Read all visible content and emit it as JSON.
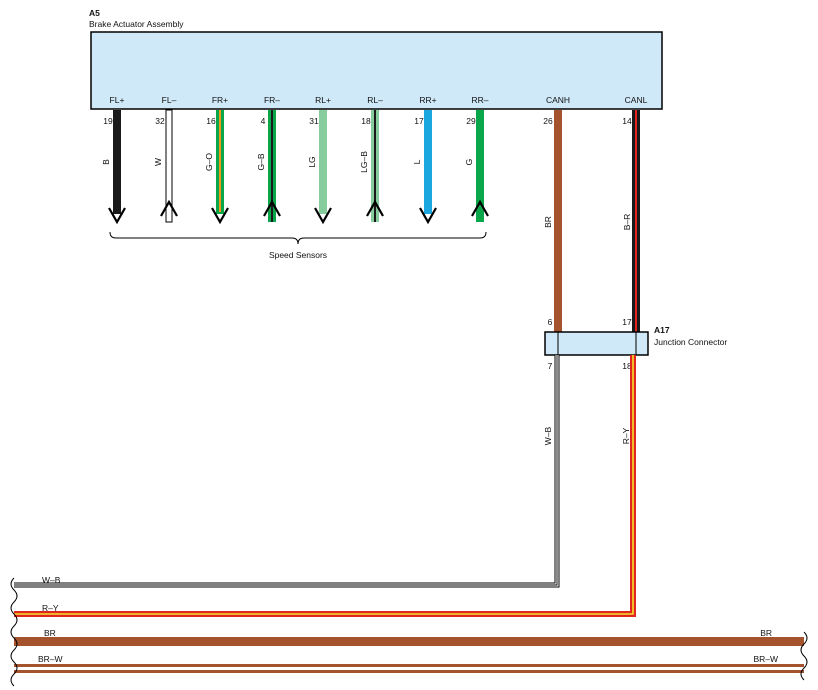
{
  "colors": {
    "box_fill": "#cfe9f8",
    "box_stroke": "#000000",
    "black": "#1a1a1a",
    "white": "#ffffff",
    "green": "#0aa64a",
    "light_green": "#86cc9c",
    "orange": "#f39a1e",
    "yellow": "#f4e12e",
    "blue": "#1aa7e0",
    "brown": "#a4532c",
    "red": "#e0261d"
  },
  "actuator": {
    "code": "A5",
    "name": "Brake Actuator Assembly",
    "pins": [
      {
        "label": "FL+",
        "num": "19",
        "wire": "B",
        "dir": "down",
        "main": "black",
        "stripe": null
      },
      {
        "label": "FL–",
        "num": "32",
        "wire": "W",
        "dir": "up",
        "main": "white",
        "stripe": null
      },
      {
        "label": "FR+",
        "num": "16",
        "wire": "G–O",
        "dir": "down",
        "main": "green",
        "stripe": "orange"
      },
      {
        "label": "FR–",
        "num": "4",
        "wire": "G–B",
        "dir": "up",
        "main": "green",
        "stripe": "black"
      },
      {
        "label": "RL+",
        "num": "31",
        "wire": "LG",
        "dir": "down",
        "main": "light_green",
        "stripe": null
      },
      {
        "label": "RL–",
        "num": "18",
        "wire": "LG–B",
        "dir": "up",
        "main": "light_green",
        "stripe": "black"
      },
      {
        "label": "RR+",
        "num": "17",
        "wire": "L",
        "dir": "down",
        "main": "blue",
        "stripe": null
      },
      {
        "label": "RR–",
        "num": "29",
        "wire": "G",
        "dir": "up",
        "main": "green",
        "stripe": null
      }
    ],
    "can_pins": [
      {
        "label": "CANH",
        "num": "26",
        "wire": "BR",
        "main": "brown",
        "stripe": null
      },
      {
        "label": "CANL",
        "num": "14",
        "wire": "B–R",
        "main": "black",
        "stripe": "red"
      }
    ]
  },
  "speed_sensors_label": "Speed Sensors",
  "junction": {
    "code": "A17",
    "name": "Junction Connector",
    "pins_top": [
      "6",
      "17"
    ],
    "pins_bottom": [
      "7",
      "18"
    ],
    "wires_out": [
      "W–B",
      "R–Y"
    ]
  },
  "bus_wires": [
    {
      "label_left": "W–B",
      "label_right": ""
    },
    {
      "label_left": "R–Y",
      "label_right": ""
    },
    {
      "label_left": "BR",
      "label_right": "BR"
    },
    {
      "label_left": "BR–W",
      "label_right": "BR–W"
    }
  ]
}
